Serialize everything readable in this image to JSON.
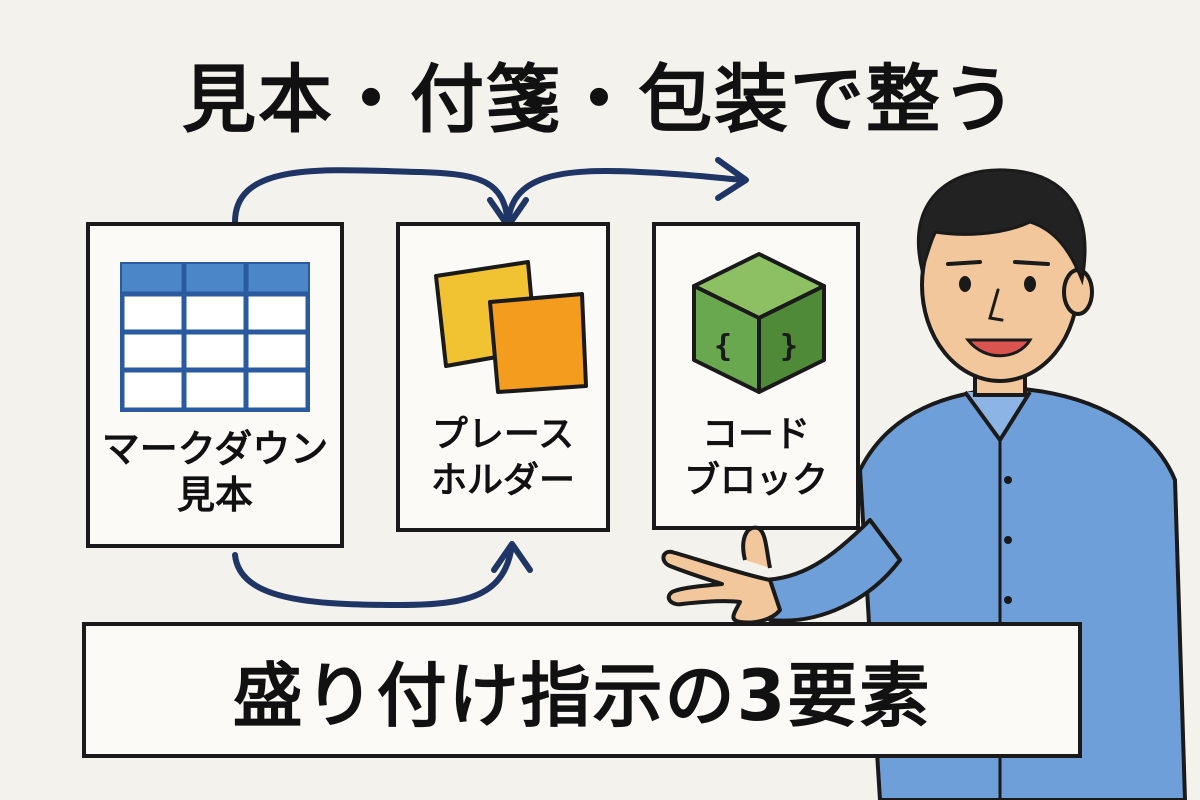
{
  "title": "見本・付箋・包装で整う",
  "cards": [
    {
      "line1": "マークダウン",
      "line2": "見本",
      "icon": "table-icon"
    },
    {
      "line1": "プレース",
      "line2": "ホルダー",
      "icon": "sticky-notes-icon"
    },
    {
      "line1": "コード",
      "line2": "ブロック",
      "icon": "code-cube-icon"
    }
  ],
  "banner": "盛り付け指示の3要素",
  "colors": {
    "background": "#f4f2ec",
    "arrow": "#1f3566",
    "table": "#4a86c8",
    "note_yellow": "#f1c232",
    "note_orange": "#f39c1e",
    "cube_green": "#6aa84f",
    "shirt": "#6f9fd8"
  }
}
